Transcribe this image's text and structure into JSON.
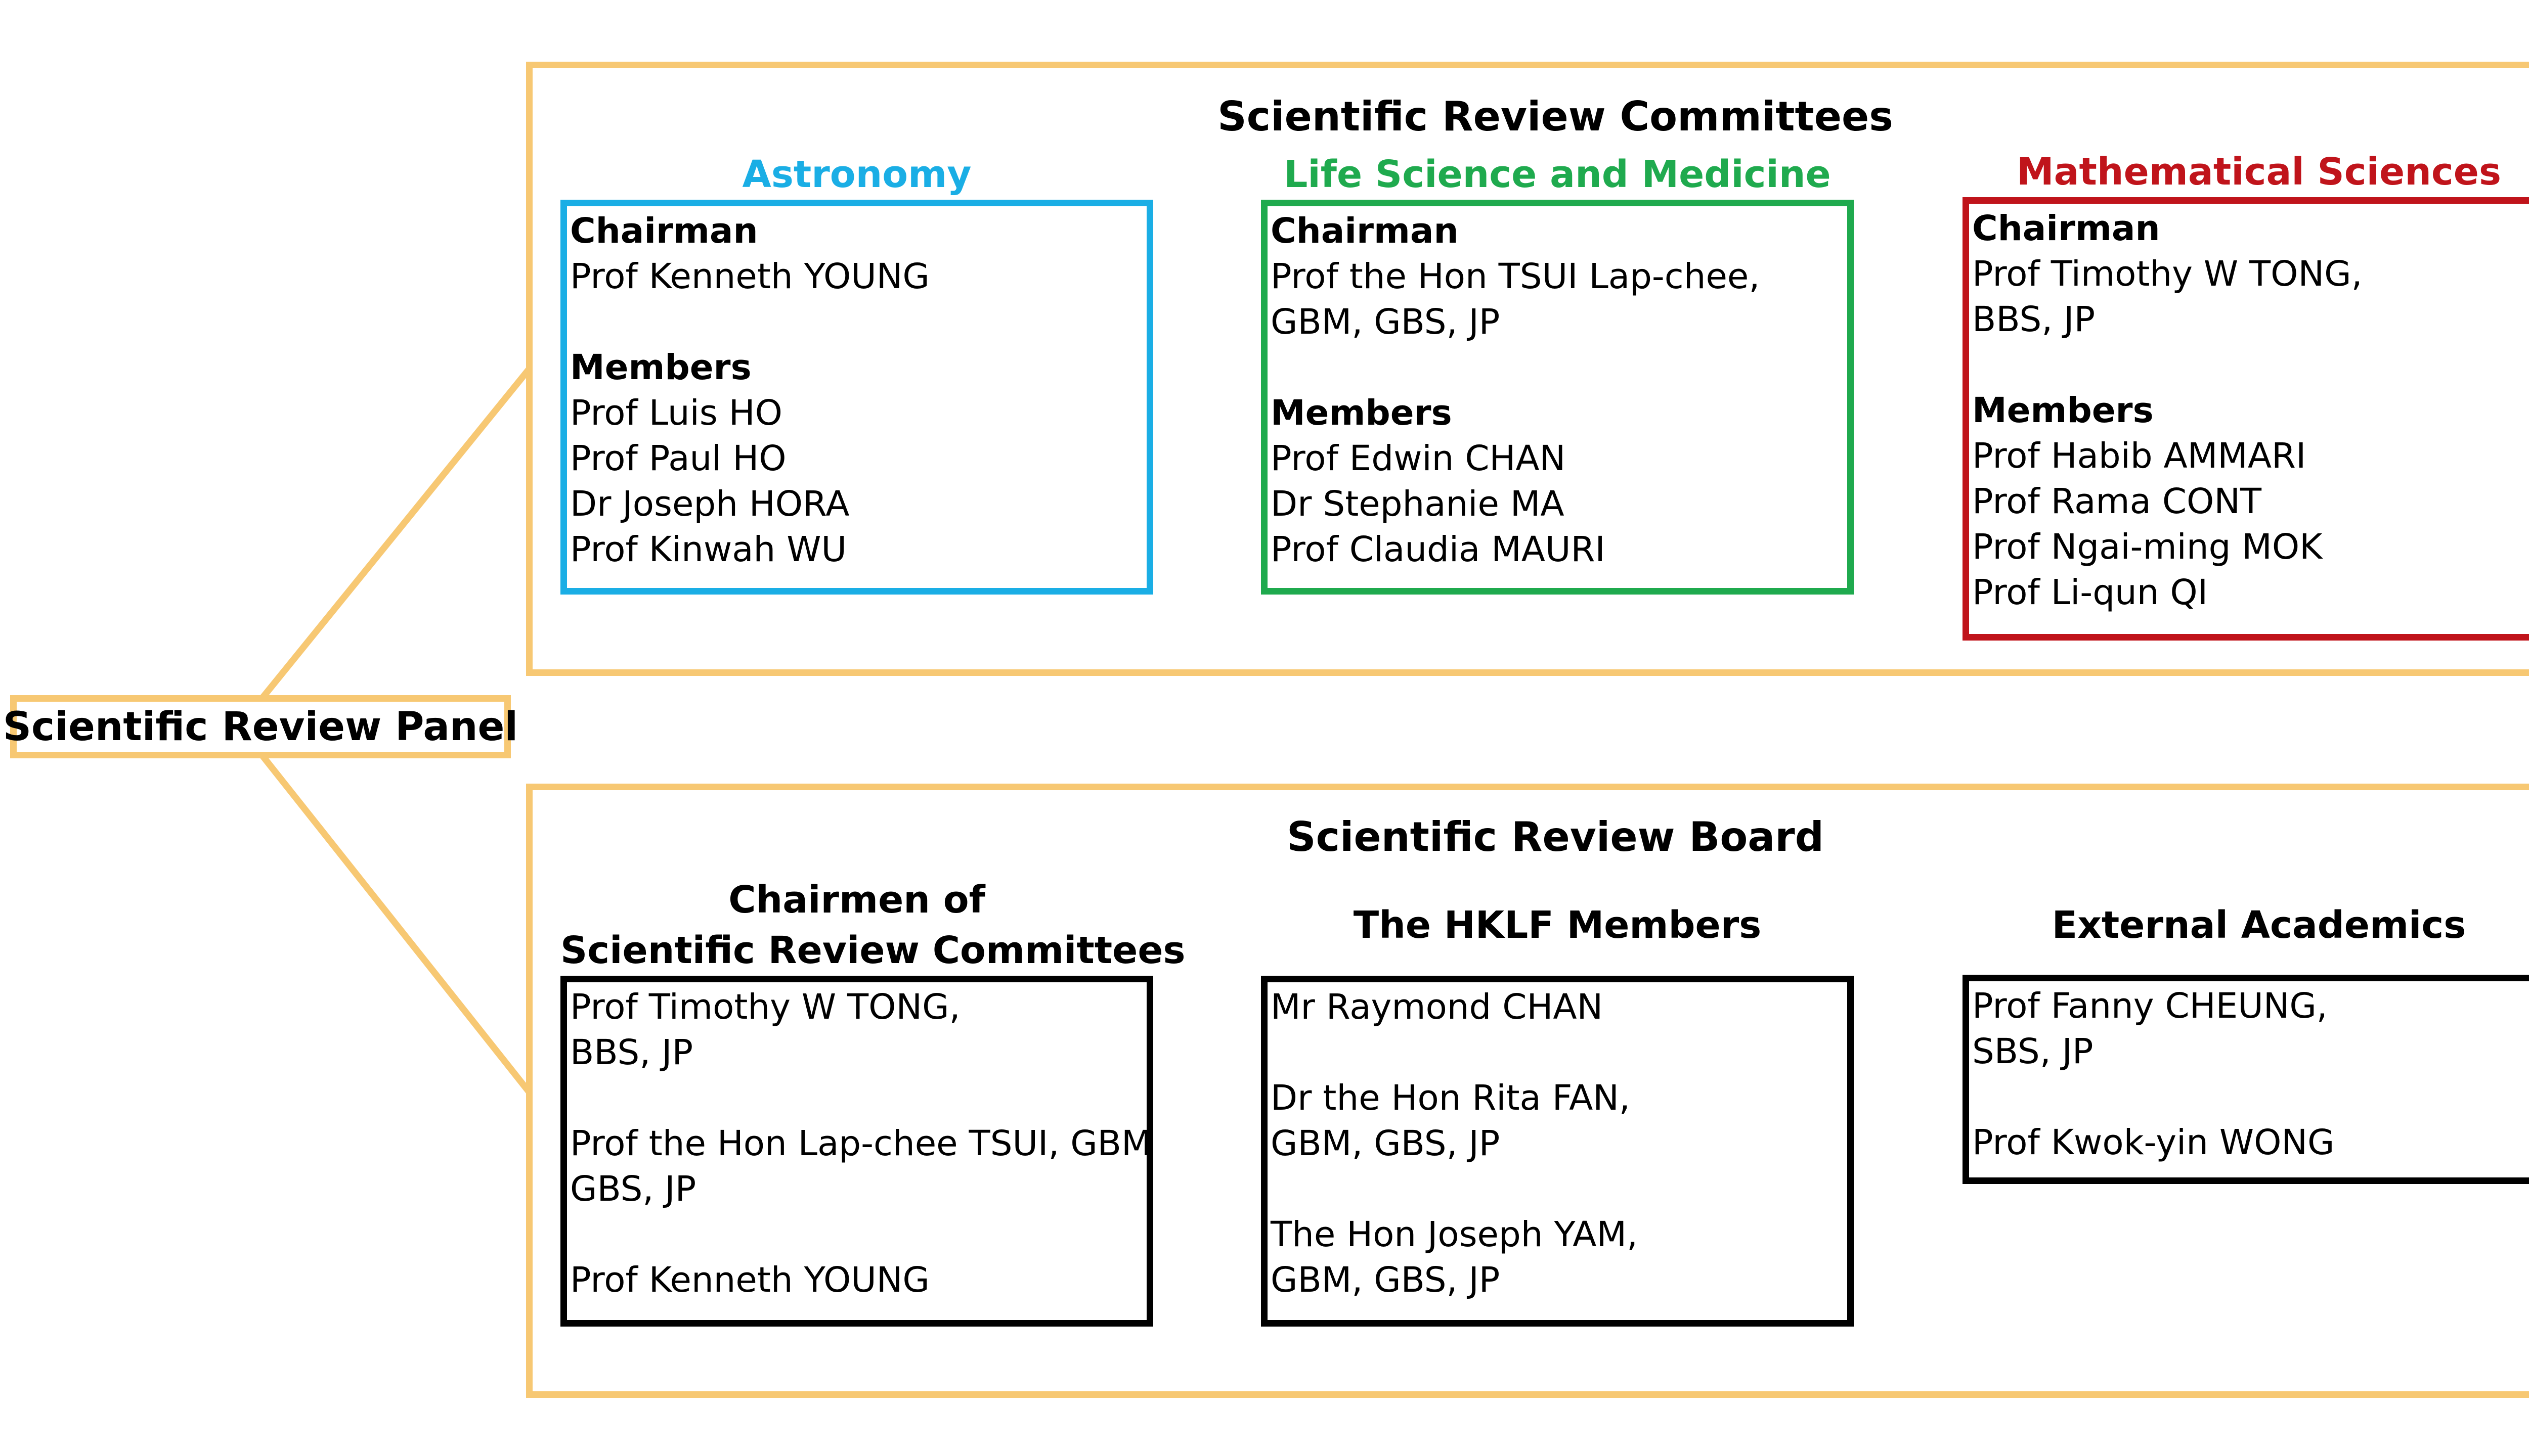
{
  "root": {
    "label": "Scientific Review Panel"
  },
  "committees": {
    "title": "Scientific Review Committees",
    "groups": [
      {
        "name": "Astronomy",
        "color": "#1AAEE5",
        "chairman_heading": "Chairman",
        "chairman_lines": [
          "Prof Kenneth YOUNG"
        ],
        "members_heading": "Members",
        "members": [
          "Prof Luis HO",
          "Prof Paul HO",
          "Dr Joseph HORA",
          "Prof Kinwah WU"
        ]
      },
      {
        "name": "Life Science and Medicine",
        "color": "#1FAA4E",
        "chairman_heading": "Chairman",
        "chairman_lines": [
          "Prof the Hon TSUI Lap-chee,",
          "GBM, GBS, JP"
        ],
        "members_heading": "Members",
        "members": [
          "Prof Edwin CHAN",
          "Dr Stephanie MA",
          "Prof Claudia MAURI"
        ]
      },
      {
        "name": "Mathematical Sciences",
        "color": "#C0141B",
        "chairman_heading": "Chairman",
        "chairman_lines": [
          "Prof Timothy W TONG,",
          "BBS, JP"
        ],
        "members_heading": "Members",
        "members": [
          "Prof Habib AMMARI",
          "Prof Rama CONT",
          "Prof Ngai-ming MOK",
          "Prof Li-qun QI"
        ]
      }
    ]
  },
  "board": {
    "title": "Scientific Review Board",
    "groups": [
      {
        "title_lines": [
          "Chairmen of",
          "Scientific Review Committees"
        ],
        "entries": [
          [
            "Prof Timothy W TONG,",
            "BBS, JP"
          ],
          [
            "Prof the Hon Lap-chee TSUI, GBM,",
            "GBS, JP"
          ],
          [
            "Prof Kenneth YOUNG"
          ]
        ]
      },
      {
        "title_lines": [
          "The HKLF Members"
        ],
        "entries": [
          [
            "Mr Raymond CHAN"
          ],
          [
            "Dr the Hon Rita FAN,",
            "GBM, GBS, JP"
          ],
          [
            "The Hon Joseph YAM,",
            "GBM, GBS, JP"
          ]
        ]
      },
      {
        "title_lines": [
          "External Academics"
        ],
        "entries": [
          [
            "Prof Fanny CHEUNG,",
            "SBS, JP"
          ],
          [
            "Prof Kwok-yin WONG"
          ]
        ]
      }
    ]
  },
  "colors": {
    "frame": "#F7C873",
    "board_box": "#000000"
  }
}
